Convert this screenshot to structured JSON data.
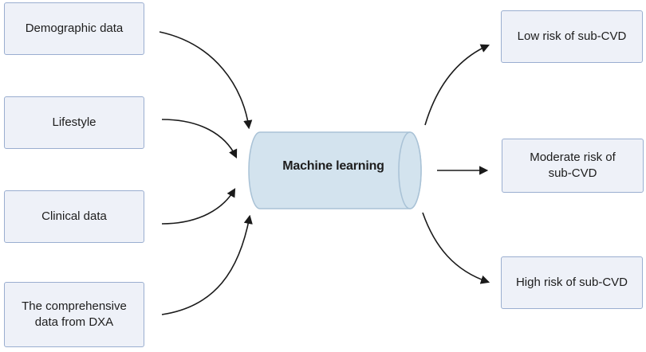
{
  "inputs": {
    "demographic": "Demographic data",
    "lifestyle": "Lifestyle",
    "clinical": "Clinical data",
    "dxa_line1": "The comprehensive",
    "dxa_line2": "data from DXA"
  },
  "center": {
    "label": "Machine learning"
  },
  "outputs": {
    "low": "Low risk of sub-CVD",
    "moderate_line1": "Moderate risk of",
    "moderate_line2": "sub-CVD",
    "high": "High risk of sub-CVD"
  },
  "colors": {
    "box_fill": "#eef1f8",
    "box_border": "#9aaed0",
    "cylinder_fill": "#d3e3ee",
    "cylinder_border": "#a9c2d6",
    "arrow": "#1a1a1a"
  }
}
